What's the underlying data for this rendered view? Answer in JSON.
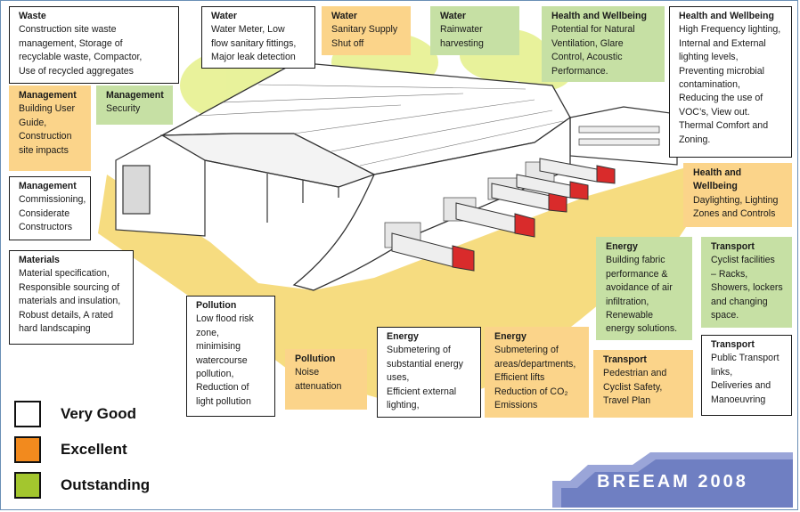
{
  "colors": {
    "very_good": "#ffffff",
    "excellent": "#f28a1e",
    "outstanding": "#a3c62e",
    "box_orange": "#fbd48a",
    "box_green": "#c6e0a4",
    "badge": "#6f7fc2"
  },
  "boxes": [
    {
      "id": "waste",
      "style": "white",
      "title": "Waste",
      "body": "Construction site waste\nmanagement, Storage of\nrecyclable waste, Compactor,\nUse of recycled aggregates"
    },
    {
      "id": "water-meter",
      "style": "white",
      "title": "Water",
      "body": "Water Meter, Low\nflow sanitary fittings,\nMajor leak detection"
    },
    {
      "id": "water-supply",
      "style": "orange",
      "title": "Water",
      "body": "Sanitary Supply\nShut off"
    },
    {
      "id": "water-rain",
      "style": "green",
      "title": "Water",
      "body": "Rainwater\nharvesting"
    },
    {
      "id": "health-vent",
      "style": "green",
      "title": "Health and Wellbeing",
      "body": "Potential for Natural\nVentilation, Glare\nControl, Acoustic\nPerformance."
    },
    {
      "id": "health-light",
      "style": "white",
      "title": "Health and Wellbeing",
      "body": "High Frequency lighting,\nInternal and External\nlighting levels,\nPreventing microbial\ncontamination,\nReducing the use of\nVOC’s, View out.\nThermal Comfort and\nZoning."
    },
    {
      "id": "mgmt-guide",
      "style": "orange",
      "title": "Management",
      "body": "Building User\nGuide,\nConstruction\nsite impacts"
    },
    {
      "id": "mgmt-security",
      "style": "green",
      "title": "Management",
      "body": "Security"
    },
    {
      "id": "mgmt-comm",
      "style": "white",
      "title": "Management",
      "body": "Commissioning,\nConsiderate\nConstructors"
    },
    {
      "id": "health-day",
      "style": "orange",
      "title": "Health and\nWellbeing",
      "body": "Daylighting, Lighting\nZones and Controls"
    },
    {
      "id": "materials",
      "style": "white",
      "title": "Materials",
      "body": "Material specification,\nResponsible sourcing of\nmaterials and insulation,\nRobust details, A rated\nhard landscaping"
    },
    {
      "id": "energy-fabric",
      "style": "green",
      "title": "Energy",
      "body": "Building fabric\nperformance &\navoidance of air\ninfiltration,\nRenewable\nenergy solutions."
    },
    {
      "id": "transport-cycle",
      "style": "green",
      "title": "Transport",
      "body": "Cyclist facilities\n– Racks,\nShowers, lockers\nand changing\nspace."
    },
    {
      "id": "pollution-flood",
      "style": "white",
      "title": "Pollution",
      "body": "Low flood risk\nzone,\nminimising\nwatercourse\npollution,\nReduction of\nlight pollution"
    },
    {
      "id": "pollution-noise",
      "style": "orange",
      "title": "Pollution",
      "body": "Noise\nattenuation"
    },
    {
      "id": "energy-sub",
      "style": "white",
      "title": "Energy",
      "body": "Submetering of\nsubstantial energy\nuses,\nEfficient external\nlighting,"
    },
    {
      "id": "energy-areas",
      "style": "orange",
      "title": "Energy",
      "body": "Submetering of\nareas/departments,\nEfficient lifts\nReduction of CO₂\nEmissions"
    },
    {
      "id": "transport-ped",
      "style": "orange",
      "title": "Transport",
      "body": "Pedestrian and\nCyclist Safety,\nTravel Plan"
    },
    {
      "id": "transport-pub",
      "style": "white",
      "title": "Transport",
      "body": "Public Transport\nlinks,\nDeliveries and\nManoeuvring"
    }
  ],
  "legend": [
    {
      "label": "Very Good",
      "color": "#ffffff"
    },
    {
      "label": "Excellent",
      "color": "#f28a1e"
    },
    {
      "label": "Outstanding",
      "color": "#a3c62e"
    }
  ],
  "badge": {
    "text": "BREEAM 2008"
  }
}
